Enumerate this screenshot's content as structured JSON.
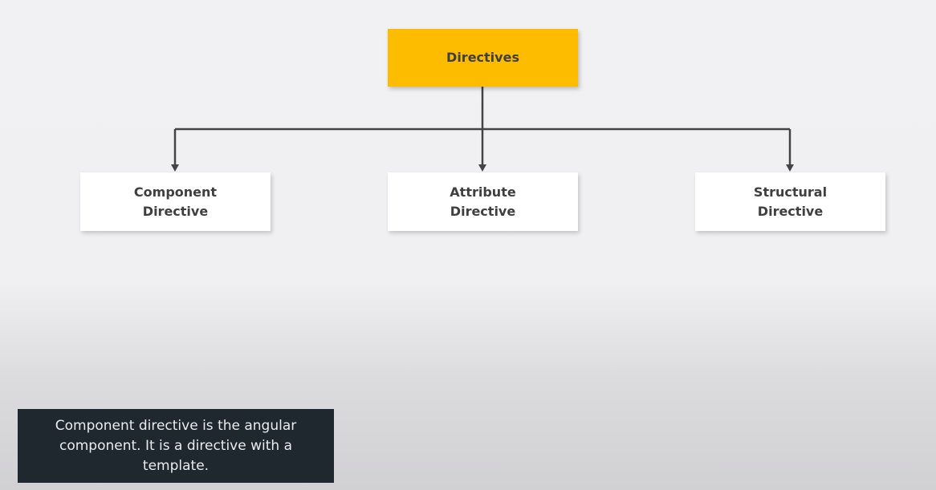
{
  "diagram": {
    "root": {
      "label": "Directives"
    },
    "children": [
      {
        "label": "Component\nDirective"
      },
      {
        "label": "Attribute\nDirective"
      },
      {
        "label": "Structural\nDirective"
      }
    ]
  },
  "caption": {
    "text": "Component directive is the angular\ncomponent. It is a directive with a template."
  },
  "colors": {
    "root_fill": "#fdbc00",
    "child_fill": "#ffffff",
    "connector": "#444444",
    "text": "#3f3f3f",
    "caption_bg": "#1f272f"
  }
}
